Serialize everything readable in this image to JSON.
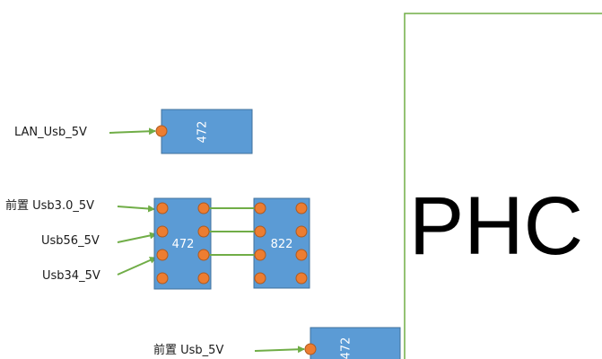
{
  "labels": {
    "lan_usb_5v": "LAN_Usb_5V",
    "front_usb30_5v": "前置 Usb3.0_5V",
    "usb56_5v": "Usb56_5V",
    "usb34_5v": "Usb34_5V",
    "front_usb_5v": "前置 Usb_5V"
  },
  "components": {
    "r_lan": "472",
    "r_array_left": "472",
    "r_array_right": "822",
    "r_front": "472"
  },
  "chip": {
    "name": "PHC"
  },
  "colors": {
    "component_fill": "#5b9bd5",
    "pad": "#ed7d31",
    "wire": "#70ad47",
    "chip_border": "#70ad47"
  }
}
